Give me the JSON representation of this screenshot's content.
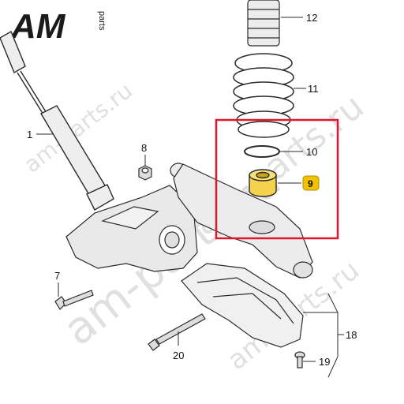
{
  "logo": {
    "brand": "AM",
    "suffix": "parts"
  },
  "watermark": {
    "text": "am-parts.ru"
  },
  "callouts": [
    {
      "id": "1",
      "label": "1"
    },
    {
      "id": "7",
      "label": "7"
    },
    {
      "id": "8",
      "label": "8"
    },
    {
      "id": "9",
      "label": "9"
    },
    {
      "id": "10",
      "label": "10"
    },
    {
      "id": "11",
      "label": "11"
    },
    {
      "id": "12",
      "label": "12"
    },
    {
      "id": "18",
      "label": "18"
    },
    {
      "id": "19",
      "label": "19"
    },
    {
      "id": "20",
      "label": "20"
    }
  ],
  "colors": {
    "highlight_frame": "#e0182d",
    "badge_fill": "#f2c200",
    "part_fill": "#f4d24c",
    "line": "#2b2b2b",
    "part_gray": "#e6e6e6"
  }
}
